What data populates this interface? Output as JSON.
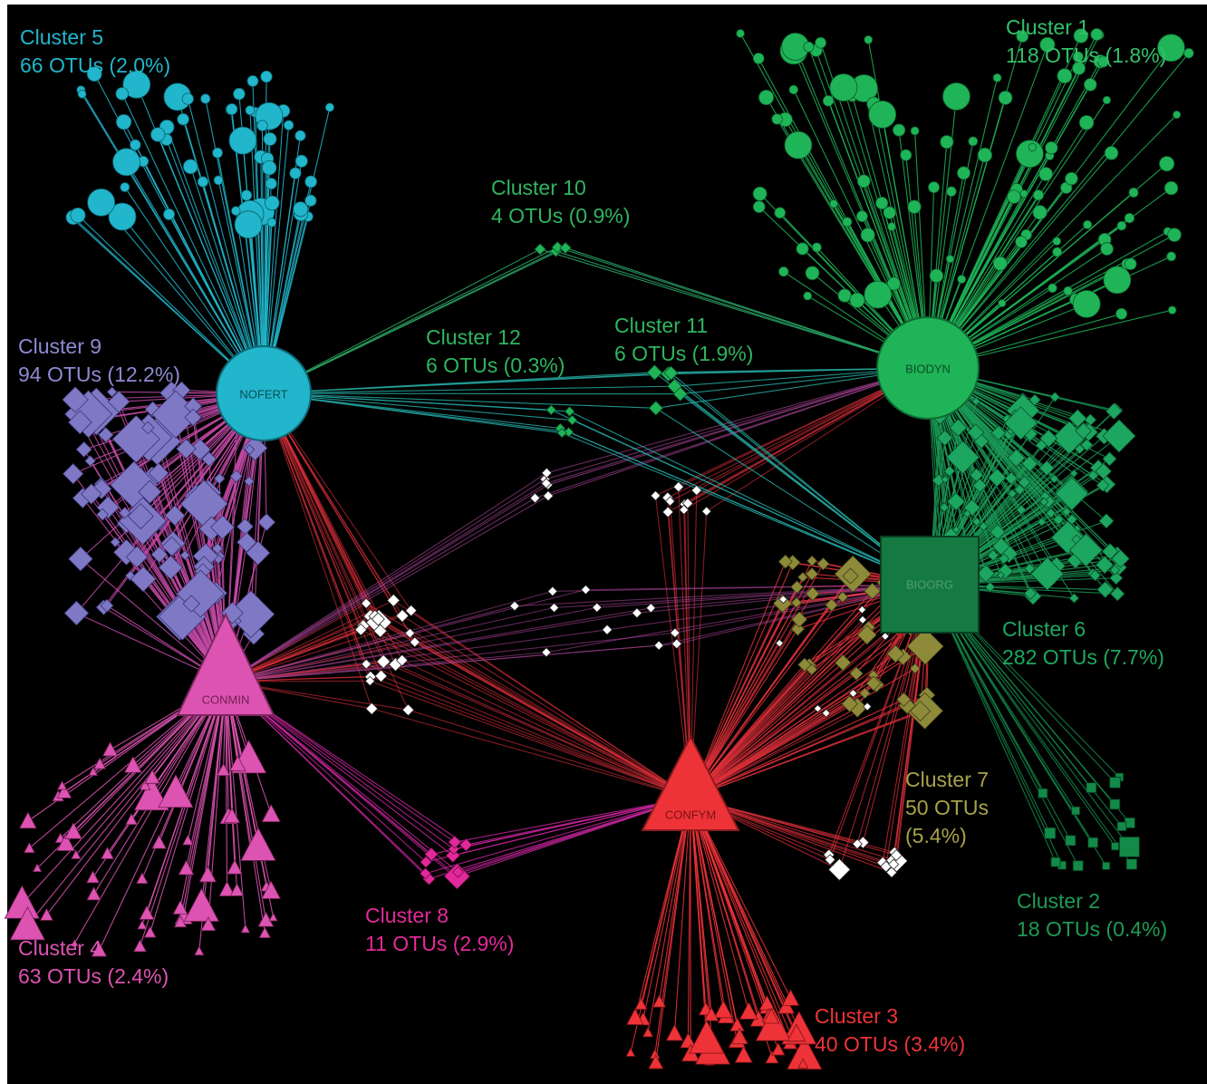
{
  "colors": {
    "background": "#000000",
    "cluster5_cyan": "#21b6cb",
    "cluster9_lavender": "#7f78c4",
    "cluster4_magenta": "#dd53b1",
    "cluster8_pink": "#e3299a",
    "cluster3_red": "#ee3338",
    "cluster1_green": "#1fb457",
    "cluster6_green": "#1da660",
    "cluster2_darkgreen": "#138a48",
    "cluster7_olive": "#8d8a3a",
    "shared_white": "#ffffff"
  },
  "hubs": [
    {
      "id": "NOFERT",
      "label": "NOFERT",
      "shape": "circle",
      "color": "#21b6cb"
    },
    {
      "id": "BIODYN",
      "label": "BIODYN",
      "shape": "circle",
      "color": "#1fb457"
    },
    {
      "id": "BIOORG",
      "label": "BIOORG",
      "shape": "square",
      "color": "#157a41"
    },
    {
      "id": "CONMIN",
      "label": "CONMIN",
      "shape": "triangle",
      "color": "#dd53b1"
    },
    {
      "id": "CONFYM",
      "label": "CONFYM",
      "shape": "triangle",
      "color": "#ee3338"
    }
  ],
  "clusters": [
    {
      "id": "c1",
      "name": "Cluster 1",
      "count": "118 OTUs (1.8%)",
      "color": "#33c06a"
    },
    {
      "id": "c2",
      "name": "Cluster 2",
      "count": "18 OTUs (0.4%)",
      "color": "#1f9a54"
    },
    {
      "id": "c3",
      "name": "Cluster 3",
      "count": "40 OTUs (3.4%)",
      "color": "#ee3338"
    },
    {
      "id": "c4",
      "name": "Cluster 4",
      "count": "63 OTUs (2.4%)",
      "color": "#dd53b1"
    },
    {
      "id": "c5",
      "name": "Cluster 5",
      "count": "66 OTUs (2.0%)",
      "color": "#21b6cb"
    },
    {
      "id": "c6",
      "name": "Cluster 6",
      "count": "282 OTUs (7.7%)",
      "color": "#1fa860"
    },
    {
      "id": "c7",
      "name": "Cluster 7",
      "count": "50 OTUs",
      "count2": "(5.4%)",
      "color": "#a8a24a"
    },
    {
      "id": "c8",
      "name": "Cluster 8",
      "count": "11 OTUs (2.9%)",
      "color": "#e3299a"
    },
    {
      "id": "c9",
      "name": "Cluster 9",
      "count": "94 OTUs (12.2%)",
      "color": "#8f89d2"
    },
    {
      "id": "c10",
      "name": "Cluster 10",
      "count": "4 OTUs (0.9%)",
      "color": "#2fb55f"
    },
    {
      "id": "c11",
      "name": "Cluster 11",
      "count": "6 OTUs (1.9%)",
      "color": "#2fb55f"
    },
    {
      "id": "c12",
      "name": "Cluster 12",
      "count": "6 OTUs (0.3%)",
      "color": "#2fb55f"
    }
  ]
}
